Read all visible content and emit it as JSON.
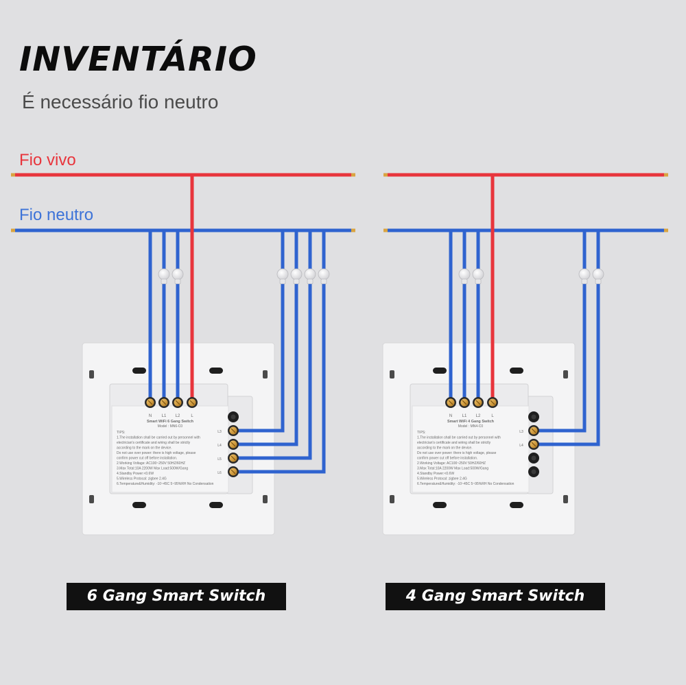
{
  "heading": {
    "title": "INVENTÁRIO",
    "subtitle": "É necessário fio neutro"
  },
  "wires": {
    "live_label": "Fio vivo",
    "neutral_label": "Fio neutro",
    "live_color": "#e8353c",
    "neutral_color": "#2f63cf"
  },
  "switches": [
    {
      "caption": "6 Gang Smart Switch",
      "terminals": [
        "N",
        "L1",
        "L2",
        "L"
      ],
      "side_terminals": [
        "L3",
        "L4",
        "L5",
        "L6"
      ],
      "label": {
        "title": "Smart WiFi 6 Gang Switch",
        "model": "Model : MN6-C0",
        "lines": [
          "TIPS:",
          "1.The installation shall be carried out by personnel with",
          "electrician's certificate and wiring shall be strictly",
          "according to the mark on the device.",
          "Do not use over power: there is high voltage, please",
          "confirm power cut off before installation.",
          "2.Working Voltage: AC100~250V  50HZ/60HZ",
          "3.Max Total:10A 2200W  Max Load:500W/Gang",
          "4.Standby Power:<0.6W",
          "5.Wireless Protocal: zigbee 2.4G",
          "6.Temperature&Humidity: -10~45C 5~95%RH No Condensation"
        ]
      }
    },
    {
      "caption": "4 Gang Smart Switch",
      "terminals": [
        "N",
        "L1",
        "L2",
        "L"
      ],
      "side_terminals": [
        "L3",
        "L4"
      ],
      "label": {
        "title": "Smart WiFi 4 Gang Switch",
        "model": "Model : MN4-C0",
        "lines": [
          "TIPS:",
          "1.The installation shall be carried out by personnel with",
          "electrician's certificate and wiring shall be strictly",
          "according to the mark on the device.",
          "Do not use over power: there is high voltage, please",
          "confirm power cut off before installation.",
          "2.Working Voltage: AC100~250V  50HZ/60HZ",
          "3.Max Total:10A 2200W  Max Load:500W/Gang",
          "4.Standby Power:<0.6W",
          "5.Wireless Protocal: zigbee 2.4G",
          "6.Temperature&Humidity: -10~45C 5~95%RH No Condensation"
        ]
      }
    }
  ]
}
